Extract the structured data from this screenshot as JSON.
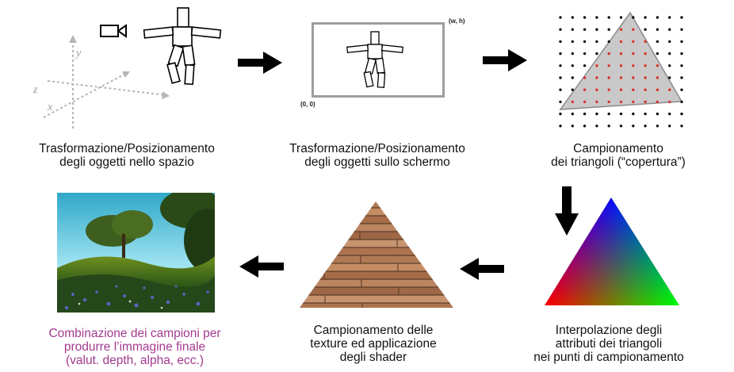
{
  "steps": {
    "step1": {
      "line1": "Trasformazione/Posizionamento",
      "line2": "degli oggetti nello spazio"
    },
    "step2": {
      "line1": "Trasformazione/Posizionamento",
      "line2": "degli oggetti sullo schermo"
    },
    "step3": {
      "line1": "Campionamento",
      "line2": "dei triangoli (“copertura”)"
    },
    "step4": {
      "line1": "Interpolazione degli",
      "line2": "attributi dei triangoli",
      "line3": "nei punti di campionamento"
    },
    "step5": {
      "line1": "Campionamento delle",
      "line2": "texture ed applicazione",
      "line3": "degli shader"
    },
    "step6": {
      "line1": "Combinazione dei campioni per",
      "line2": "produrre l’immagine finale",
      "line3": "(valut. depth, alpha, ecc.)"
    }
  },
  "axes": {
    "y": "y",
    "z": "z",
    "x": "x"
  },
  "screen": {
    "origin_label": "(0, 0)",
    "corner_label": "(w, h)"
  },
  "colors": {
    "final_caption": "#a33a8f",
    "arrow": "#000000",
    "sample_inside": "#d9342b",
    "sample_outside": "#111111",
    "triangle_fill": "#c9c9c9"
  }
}
